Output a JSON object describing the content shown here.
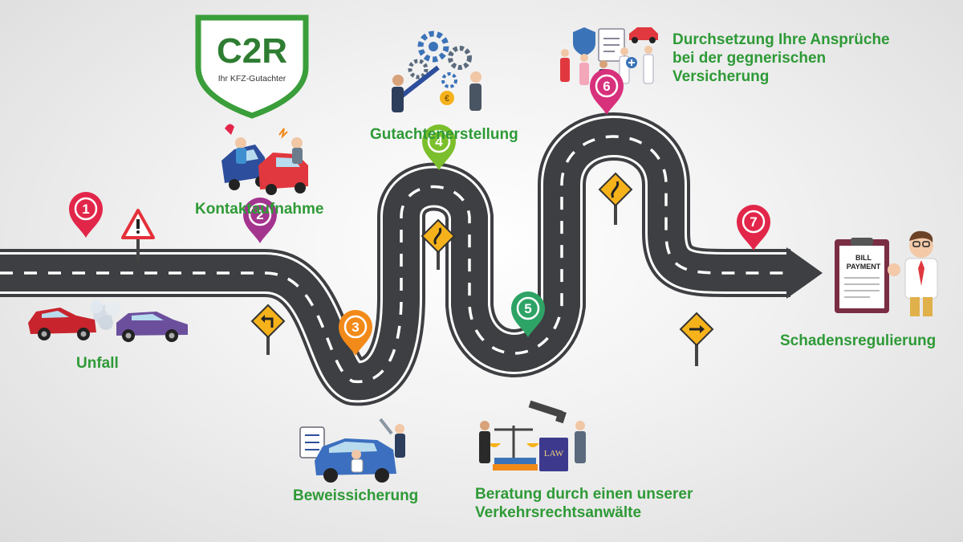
{
  "brand": {
    "logo_text": "C2R",
    "logo_subtitle": "Ihr KFZ-Gutachter",
    "green": "#3a9e3a",
    "dark_green": "#1f6d2a"
  },
  "road": {
    "asphalt": "#3e3f42",
    "edge": "#ffffff",
    "dash": "#ffffff"
  },
  "steps": [
    {
      "number": "1",
      "label_lines": [
        "Unfall"
      ],
      "pin_color": "#e2264a",
      "icon": "car-crash-icon"
    },
    {
      "number": "2",
      "label_lines": [
        "Kontaktaufnahme"
      ],
      "pin_color": "#a3358f",
      "icon": "phone-call-accident-icon"
    },
    {
      "number": "3",
      "label_lines": [
        "Beweissicherung"
      ],
      "pin_color": "#f28a1a",
      "icon": "mechanic-inspection-icon"
    },
    {
      "number": "4",
      "label_lines": [
        "Gutachtenerstellung"
      ],
      "pin_color": "#7cbf2c",
      "icon": "gears-teamwork-icon"
    },
    {
      "number": "5",
      "label_lines": [
        "Beratung durch einen unserer",
        "Verkehrsrechtsanwälte"
      ],
      "pin_color": "#2ea366",
      "icon": "law-scales-icon"
    },
    {
      "number": "6",
      "label_lines": [
        "Durchsetzung Ihre Ansprüche",
        "bei der gegnerischen",
        "Versicherung"
      ],
      "pin_color": "#d8317c",
      "icon": "insurance-policy-icon"
    },
    {
      "number": "7",
      "label_lines": [
        "Schadensregulierung"
      ],
      "pin_color": "#e2264a",
      "icon": "bill-payment-icon"
    }
  ],
  "bill": {
    "line1": "BILL",
    "line2": "PAYMENT"
  },
  "signs": [
    {
      "icon": "warning-sign-icon",
      "color": "#e4303a"
    },
    {
      "icon": "turn-left-sign-icon",
      "color": "#f6b21b"
    },
    {
      "icon": "winding-road-sign-icon",
      "color": "#f6b21b"
    },
    {
      "icon": "winding-road-sign-icon",
      "color": "#f6b21b"
    },
    {
      "icon": "right-arrow-sign-icon",
      "color": "#f6b21b"
    }
  ],
  "law_book": "LAW"
}
